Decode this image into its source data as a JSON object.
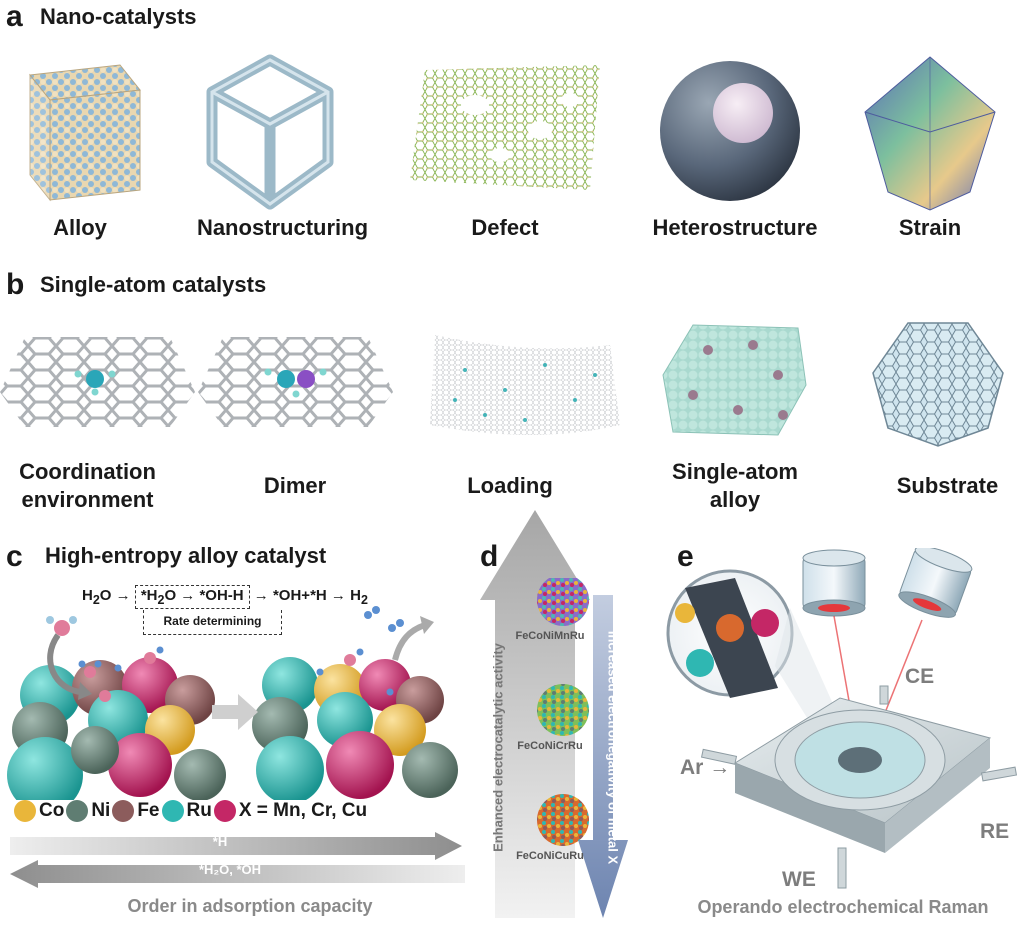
{
  "panel_a": {
    "letter": "a",
    "title": "Nano-catalysts",
    "items": [
      "Alloy",
      "Nanostructuring",
      "Defect",
      "Heterostructure",
      "Strain"
    ]
  },
  "panel_b": {
    "letter": "b",
    "title": "Single-atom catalysts",
    "items": [
      "Coordination\nenvironment",
      "Dimer",
      "Loading",
      "Single-atom\nalloy",
      "Substrate"
    ]
  },
  "panel_c": {
    "letter": "c",
    "title": "High-entropy alloy catalyst",
    "reaction": {
      "h2o": "H",
      "h2o_sub": "2",
      "h2o_tail": "O",
      "star_h2o": "*H",
      "star_h2o_sub": "2",
      "star_h2o_tail": "O",
      "oh_h": "*OH-H",
      "oh_plus_h": "*OH+*H",
      "h2": "H",
      "h2_sub": "2",
      "arrow": "→",
      "rate_label": "Rate determining"
    },
    "legend": [
      {
        "label": "Co",
        "color": "#e9b63a"
      },
      {
        "label": "Ni",
        "color": "#5f7d72"
      },
      {
        "label": "Fe",
        "color": "#8c5c5c"
      },
      {
        "label": "Ru",
        "color": "#2fb7b2"
      },
      {
        "label": "X = Mn, Cr, Cu",
        "color": "#c42766"
      }
    ],
    "arrow_h": "*H",
    "arrow_h2o_oh": "*H₂O, *OH",
    "adsorption_label": "Order in adsorption capacity"
  },
  "panel_d": {
    "letter": "d",
    "alloys": [
      "FeCoNiMnRu",
      "FeCoNiCrRu",
      "FeCoNiCuRu"
    ],
    "up_arrow_label": "Enhanced electrocatalytic activity",
    "down_arrow_label": "Increased electronegativity of metal X"
  },
  "panel_e": {
    "letter": "e",
    "ce": "CE",
    "ar": "Ar",
    "ar_arrow": "→",
    "re": "RE",
    "we": "WE",
    "caption": "Operando electrochemical Raman"
  },
  "colors": {
    "co": "#e9b63a",
    "ni": "#5f7d72",
    "fe": "#8c5c5c",
    "ru": "#2fb7b2",
    "x": "#c42766",
    "arrow_gray": "#a9a9a9",
    "arrow_blue": "#7a8fb4"
  }
}
